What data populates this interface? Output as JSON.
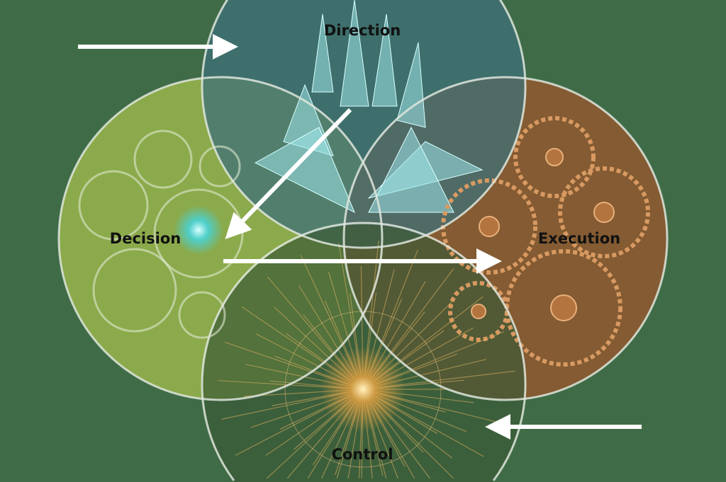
{
  "diagram": {
    "circles": [
      {
        "id": "direction",
        "label": "Direction",
        "color": "#3f7078"
      },
      {
        "id": "decision",
        "label": "Decision",
        "color": "#8fae4c"
      },
      {
        "id": "execution",
        "label": "Execution",
        "color": "#8c5a30"
      },
      {
        "id": "control",
        "label": "Control",
        "color": "#3c5a36"
      }
    ],
    "background": "#3f6c47",
    "arrow_color": "#ffffff"
  }
}
